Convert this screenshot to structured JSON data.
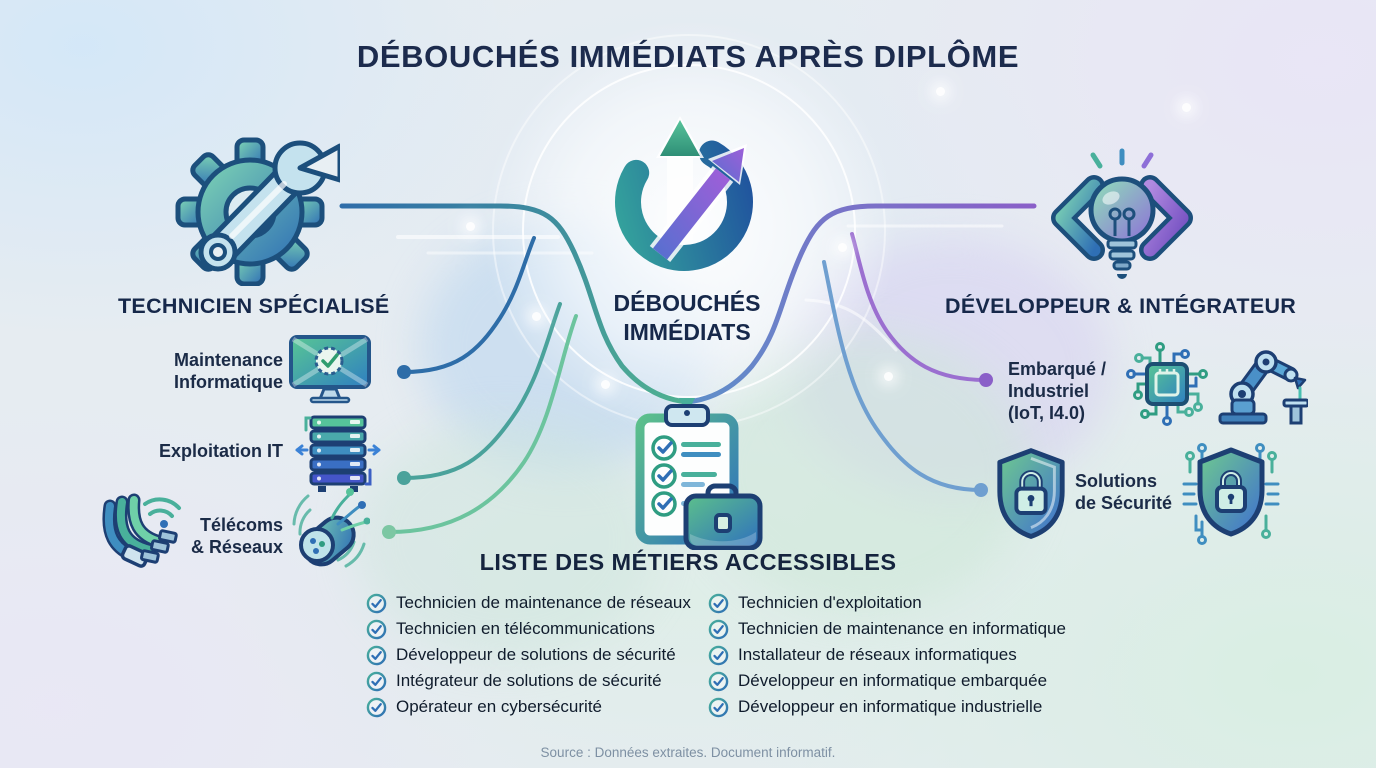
{
  "title": "DÉBOUCHÉS IMMÉDIATS APRÈS DIPLÔME",
  "center_hub": {
    "line1": "DÉBOUCHÉS",
    "line2": "IMMÉDIATS"
  },
  "left_branch": {
    "heading": "TECHNICIEN SPÉCIALISÉ",
    "items": [
      {
        "line1": "Maintenance",
        "line2": "Informatique"
      },
      {
        "line1": "Exploitation IT",
        "line2": ""
      },
      {
        "line1": "Télécoms",
        "line2": "& Réseaux"
      }
    ]
  },
  "right_branch": {
    "heading": "DÉVELOPPEUR & INTÉGRATEUR",
    "items": [
      {
        "line1": "Embarqué /",
        "line2": "Industriel",
        "line3": "(IoT, I4.0)"
      },
      {
        "line1": "Solutions",
        "line2": "de Sécurité",
        "line3": ""
      }
    ]
  },
  "jobs": {
    "heading": "LISTE DES MÉTIERS ACCESSIBLES",
    "column_left": [
      "Technicien de maintenance de réseaux",
      "Technicien en télécommunications",
      "Développeur de solutions de sécurité",
      "Intégrateur de solutions de sécurité",
      "Opérateur en cybersécurité"
    ],
    "column_right": [
      "Technicien d'exploitation",
      "Technicien de maintenance en informatique",
      "Installateur de réseaux informatiques",
      "Développeur en informatique embarquée",
      "Développeur en informatique industrielle"
    ]
  },
  "footer": {
    "source": "Source : Données extraites. Document informatif."
  },
  "colors": {
    "title_navy": "#1c2b4d",
    "teal": "#49b09b",
    "green": "#5fc49a",
    "blue": "#2f6fb5",
    "purple": "#8a5fc8",
    "light_blue_line": "#6f9fd0"
  }
}
